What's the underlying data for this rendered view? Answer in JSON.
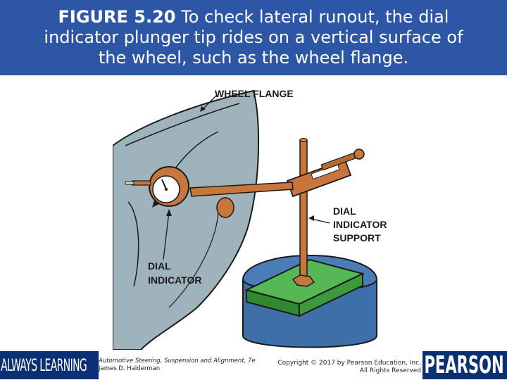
{
  "header": {
    "figure_label": "FIGURE 5.20",
    "caption": " To check lateral runout, the dial indicator plunger tip rides on a vertical surface of the wheel, such as the wheel flange."
  },
  "figure": {
    "label_wheel_flange": "WHEEL FLANGE",
    "label_dial_1": "DIAL",
    "label_dial_2": "INDICATOR",
    "label_support_1": "DIAL",
    "label_support_2": "INDICATOR",
    "label_support_3": "SUPPORT"
  },
  "footer": {
    "always_learning": "ALWAYS LEARNING",
    "book_title": "Automotive Steering, Suspension and Alignment, 7e",
    "author": "James D. Halderman",
    "copyright_line1": "Copyright © 2017 by Pearson Education, Inc.",
    "copyright_line2": "All Rights Reserved",
    "brand": "PEARSON"
  },
  "colors": {
    "header_bg": "#2e56a6",
    "tire": "#9fb3bd",
    "indicator": "#c9763c",
    "base_block": "#3c9a3c",
    "drum": "#3f6fa8",
    "brand_bg": "#0b2f73"
  }
}
